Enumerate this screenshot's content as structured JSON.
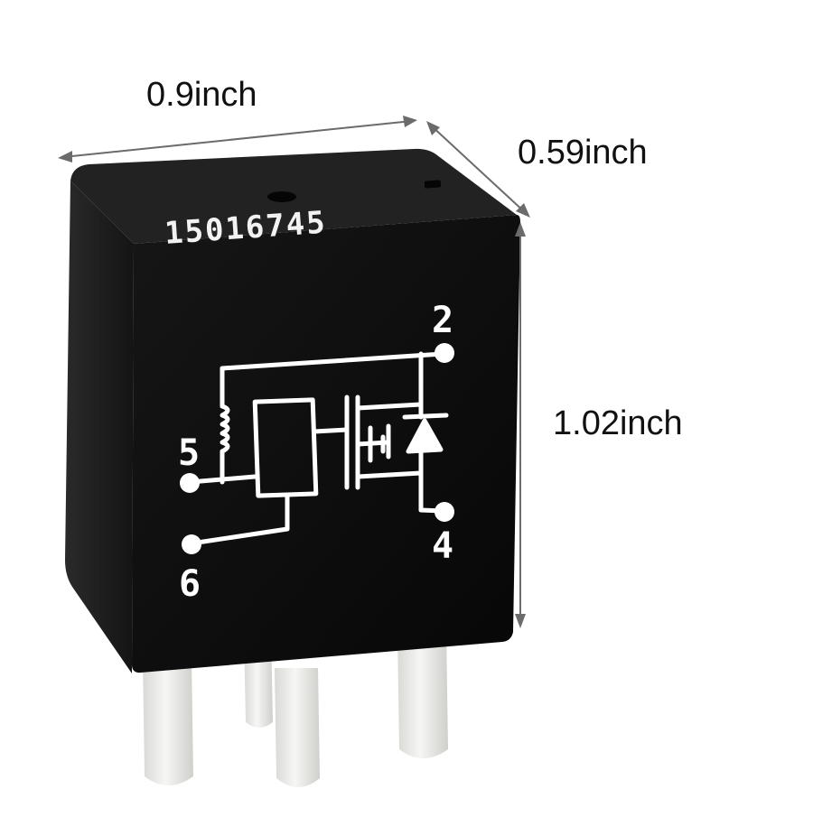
{
  "dimensions": {
    "width": "0.9inch",
    "depth": "0.59inch",
    "height": "1.02inch"
  },
  "relay": {
    "part_number": "15016745",
    "pin_labels": {
      "pin2": "2",
      "pin4": "4",
      "pin5": "5",
      "pin6": "6"
    },
    "colors": {
      "housing": "#0d0d0d",
      "housing_side": "#1c1c1c",
      "print": "#ffffff",
      "pins": "#e8e8e6"
    }
  }
}
